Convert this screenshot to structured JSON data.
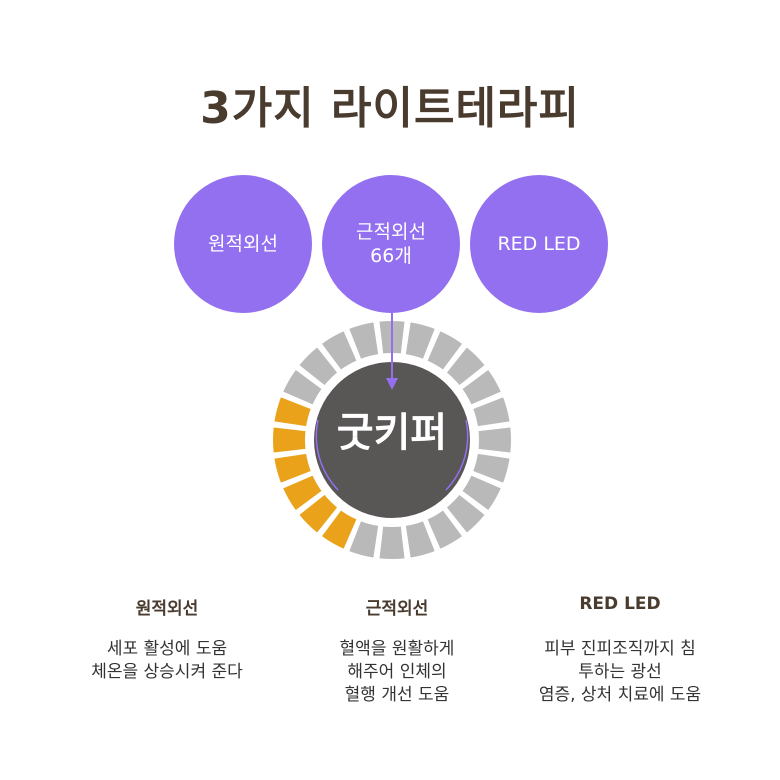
{
  "title": "3가지 라이트테라피",
  "lights": [
    {
      "lines": [
        "원적외선"
      ]
    },
    {
      "lines": [
        "근적외선",
        "66개"
      ]
    },
    {
      "lines": [
        "RED LED"
      ]
    }
  ],
  "center_label": "굿키퍼",
  "ring": {
    "segment_count": 24,
    "highlighted_count": 6,
    "colors": {
      "segment": "#b9b9b9",
      "highlight": "#e9a21a",
      "center": "#595656",
      "accent": "#9370f0",
      "light_circle": "#9370f0",
      "title_text": "#4a3b2f"
    }
  },
  "descriptions": [
    {
      "title": "원적외선",
      "lines": [
        "세포 활성에 도움",
        "체온을 상승시켜 준다"
      ]
    },
    {
      "title": "근적외선",
      "lines": [
        "혈액을 원활하게",
        "해주어 인체의",
        "혈행 개선 도움"
      ]
    },
    {
      "title": "RED LED",
      "lines": [
        "피부 진피조직까지 침",
        "투하는 광선",
        "염증, 상처 치료에 도움"
      ]
    }
  ]
}
